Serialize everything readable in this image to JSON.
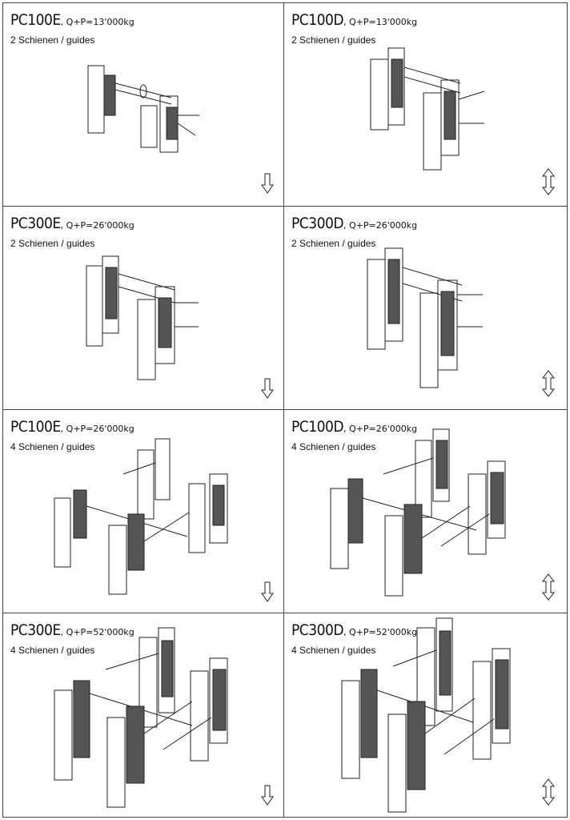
{
  "cells": [
    {
      "model": "PC100E",
      "spec": ", Q+P=13'000kg",
      "guides": "2 Schienen / guides",
      "direction": "down-arrow-icon"
    },
    {
      "model": "PC100D",
      "spec": ", Q+P=13'000kg",
      "guides": "2 Schienen / guides",
      "direction": "up-down-arrow-icon"
    },
    {
      "model": "PC300E",
      "spec": ", Q+P=26'000kg",
      "guides": "2 Schienen / guides",
      "direction": "down-arrow-icon"
    },
    {
      "model": "PC300D",
      "spec": ", Q+P=26'000kg",
      "guides": "2 Schienen / guides",
      "direction": "up-down-arrow-icon"
    },
    {
      "model": "PC100E",
      "spec": ", Q+P=26'000kg",
      "guides": "4 Schienen / guides",
      "direction": "down-arrow-icon"
    },
    {
      "model": "PC100D",
      "spec": ", Q+P=26'000kg",
      "guides": "4 Schienen / guides",
      "direction": "up-down-arrow-icon"
    },
    {
      "model": "PC300E",
      "spec": ", Q+P=52'000kg",
      "guides": "4 Schienen / guides",
      "direction": "down-arrow-icon"
    },
    {
      "model": "PC300D",
      "spec": ", Q+P=52'000kg",
      "guides": "4 Schienen / guides",
      "direction": "up-down-arrow-icon"
    }
  ]
}
